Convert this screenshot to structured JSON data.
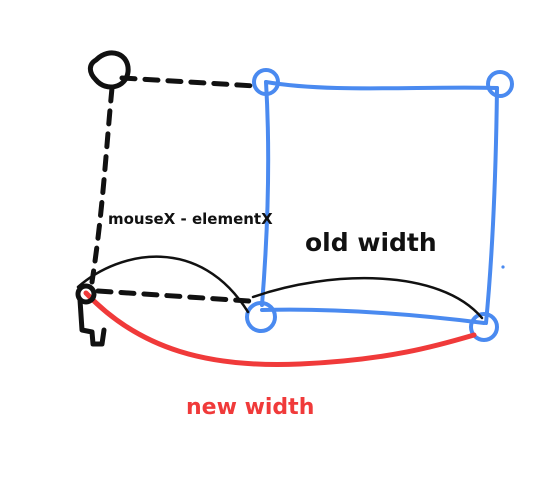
{
  "labels": {
    "mouse_offset": "mouseX - elementX",
    "old_width": "old width",
    "new_width": "new width"
  },
  "colors": {
    "element_box": "#4a8af0",
    "ink": "#111111",
    "new_width": "#f03a3a"
  },
  "icons": [
    "cursor-hand-icon",
    "resize-handle-icon"
  ]
}
